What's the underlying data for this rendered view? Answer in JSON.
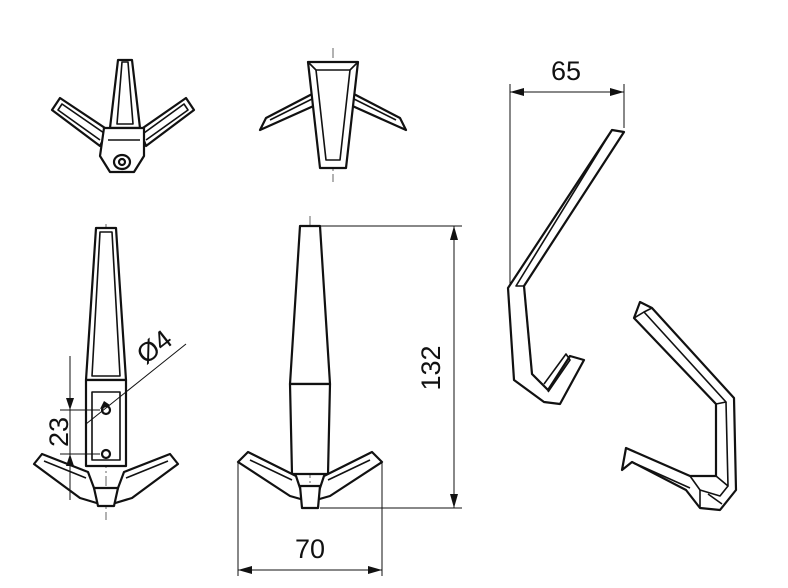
{
  "dimensions": {
    "width_70": "70",
    "height_132": "132",
    "depth_65": "65",
    "hole_diameter": "Ø4",
    "hole_spacing": "23"
  },
  "views": {
    "top_left": "isometric-top",
    "top_center": "isometric-front",
    "side_left": "rear-view",
    "front_center": "front-view",
    "side_right_top": "side-view",
    "side_right_bottom": "perspective-side-view"
  }
}
